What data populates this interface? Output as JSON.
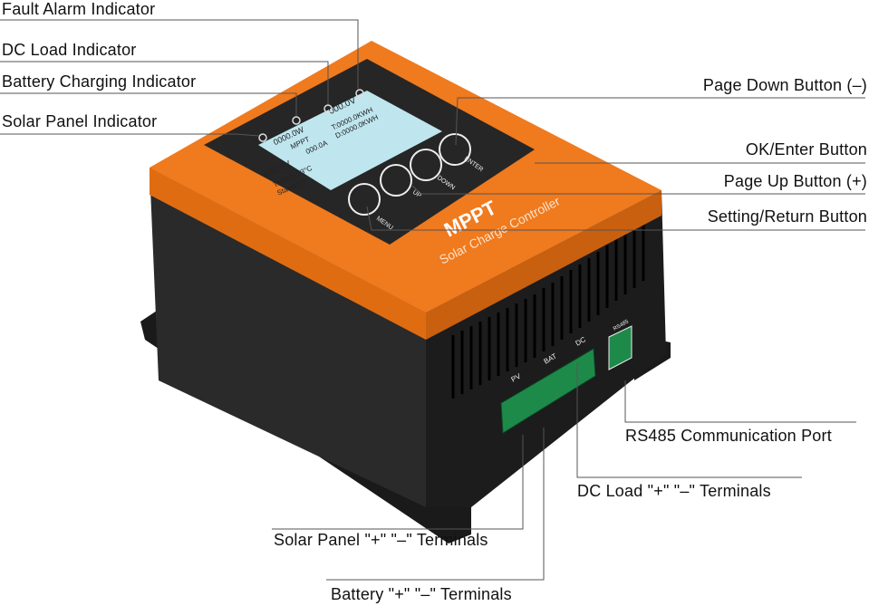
{
  "labels": {
    "fault_alarm": "Fault Alarm Indicator",
    "dc_load_indicator": "DC Load Indicator",
    "battery_charging": "Battery Charging Indicator",
    "solar_panel_indicator": "Solar Panel Indicator",
    "page_down": "Page Down Button (–)",
    "ok_enter": "OK/Enter Button",
    "page_up": "Page Up Button (+)",
    "setting_return": "Setting/Return Button",
    "rs485": "RS485 Communication Port",
    "dc_load_terminals": "DC Load \"+\" \"–\" Terminals",
    "solar_terminals": "Solar Panel \"+\" \"–\" Terminals",
    "battery_terminals": "Battery \"+\" \"–\" Terminals"
  },
  "device": {
    "brand": "MPPT",
    "subtitle": "Solar Charge Controller",
    "buttons": [
      "MENU",
      "UP",
      "DOWN",
      "ENTER"
    ],
    "lcd": {
      "top_power": "0000.0W",
      "mode": "MPPT",
      "pv_voltage": "000.0V",
      "battery_voltage": "000.0V",
      "current": "000.0A",
      "temp": "Temp:0.33°C",
      "status": "Status:Ch",
      "total_energy": "T:0000.0KWH",
      "daily_energy": "D:0000.0KWH"
    },
    "terminals": [
      "PV",
      "BAT",
      "DC"
    ],
    "port": "RS485"
  },
  "colors": {
    "orange": "#f07a1e",
    "body": "#222222",
    "lcd": "#bfe6ef",
    "terminal": "#1e8a4a"
  }
}
